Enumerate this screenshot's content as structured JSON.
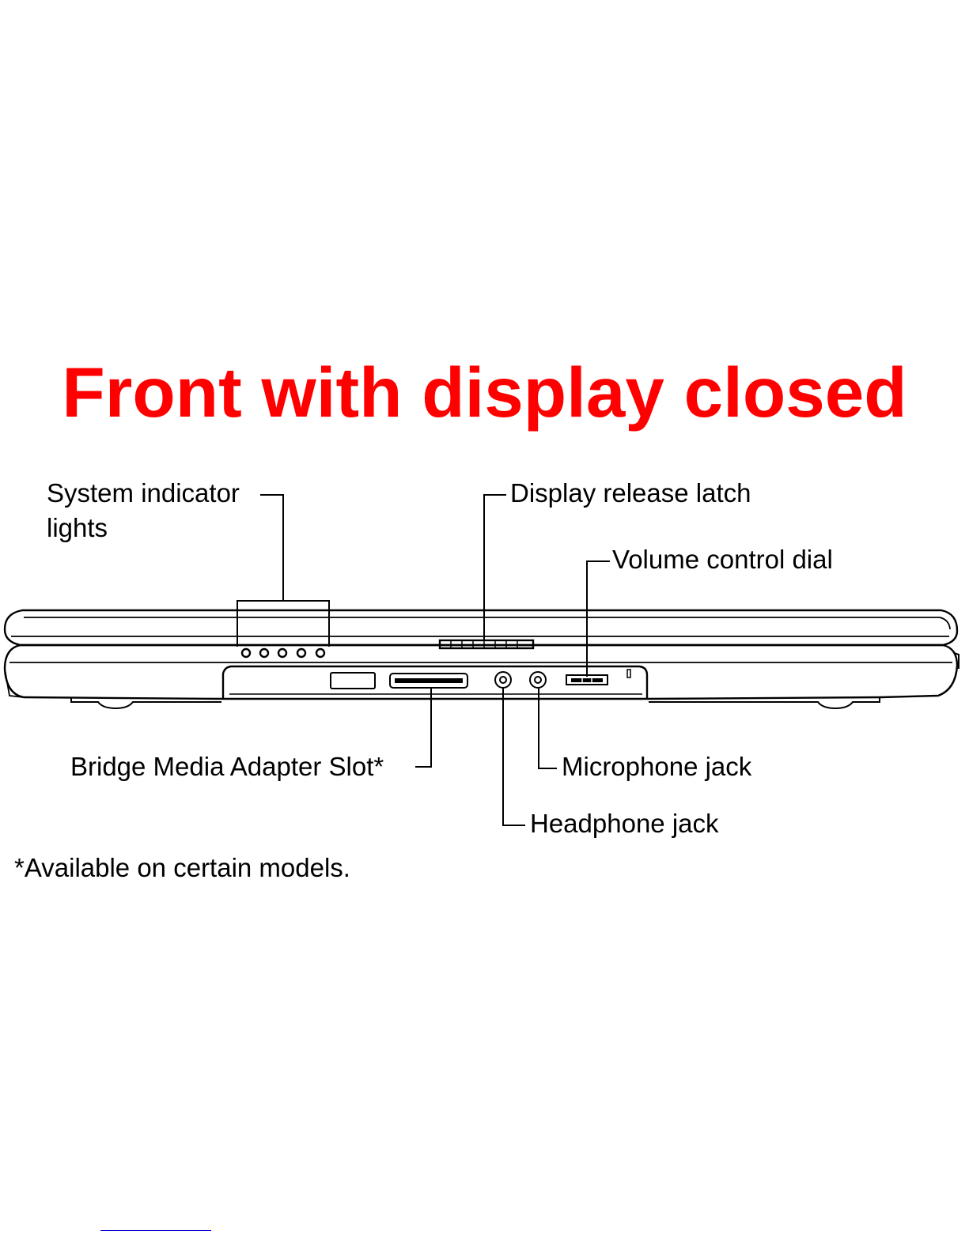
{
  "title": "Front with display closed",
  "callouts": {
    "system_indicator_lights": "System indicator\nlights",
    "display_release_latch": "Display release latch",
    "volume_control_dial": "Volume control dial",
    "bridge_media_adapter_slot": "Bridge Media Adapter Slot*",
    "microphone_jack": "Microphone jack",
    "headphone_jack": "Headphone jack"
  },
  "footnote": "*Available on certain models.",
  "colors": {
    "title": "#ff0000",
    "line_art": "#000000",
    "background": "#ffffff"
  }
}
